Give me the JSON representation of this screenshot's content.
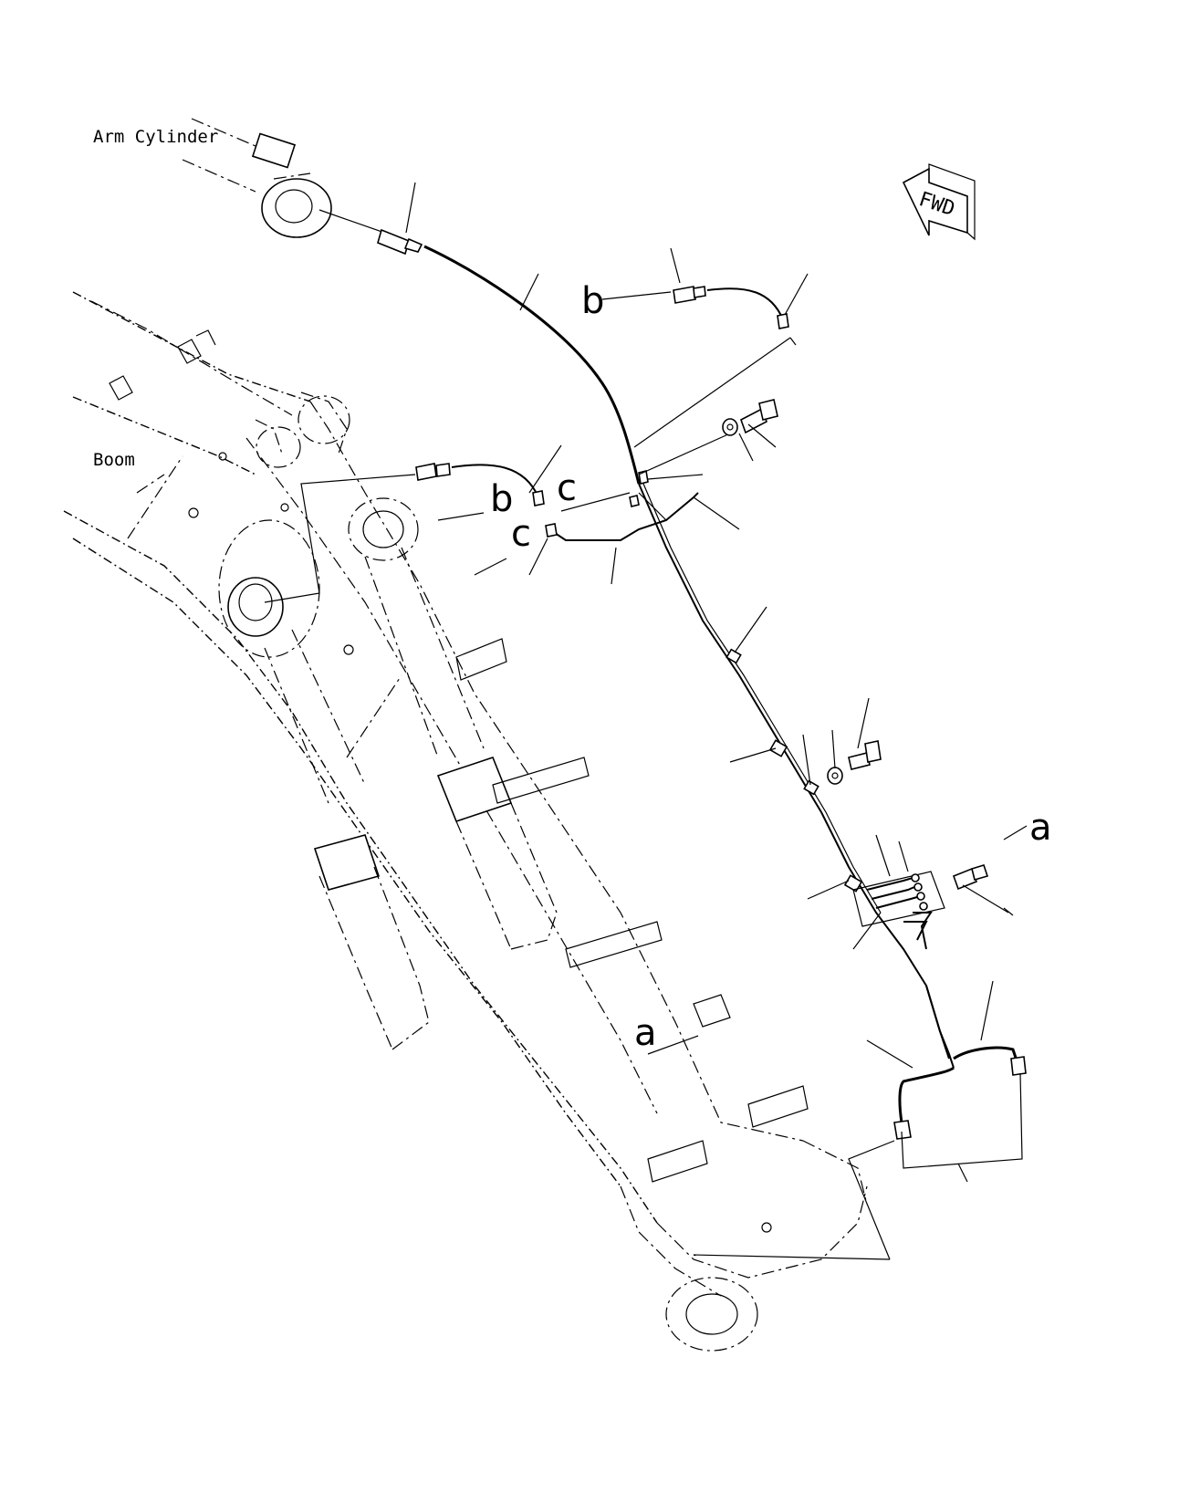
{
  "labels": {
    "arm_cylinder": "Arm Cylinder",
    "boom": "Boom",
    "fwd": "FWD"
  },
  "refs": {
    "b_top": "b",
    "b_mid": "b",
    "c_upper": "c",
    "c_lower": "c",
    "a_right": "a",
    "a_boom": "a"
  }
}
